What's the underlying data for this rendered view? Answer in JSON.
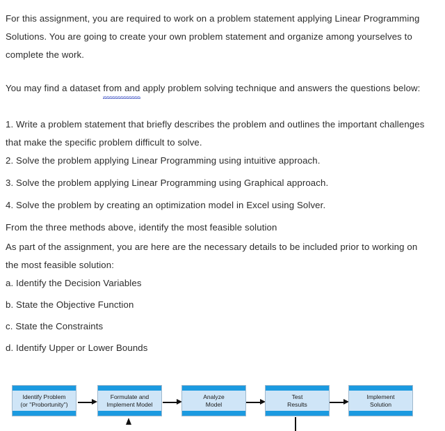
{
  "document": {
    "paragraphs": {
      "intro": "For this assignment, you are required to work on a problem statement applying Linear Programming Solutions. You are going to create your own problem statement and organize among yourselves to complete the work.",
      "find_dataset_part1": "You may find a dataset ",
      "find_dataset_misspelled": "from  and",
      "find_dataset_part2": " apply problem solving technique and answers the questions below:",
      "q1": "1. Write a problem statement that briefly describes the problem and outlines the important challenges that make the specific problem difficult to solve.",
      "q2": "2. Solve the problem applying Linear Programming using intuitive approach.",
      "q3": "3. Solve the problem applying Linear Programming using Graphical approach.",
      "q4": "4. Solve the problem by creating an optimization model in Excel using Solver.",
      "from_three_methods": "From the three methods above, identify the most feasible solution",
      "as_part_of": "As part of the assignment, you are here are the necessary details to be included prior to working on the most feasible solution:",
      "item_a": "a. Identify the Decision Variables",
      "item_b": "b. State the Objective Function",
      "item_c": "c. State the Constraints",
      "item_d": "d. Identify Upper or Lower Bounds"
    }
  },
  "flow_diagram": {
    "name": "problem-solving-process-flow",
    "colors": {
      "band": "#1b9ae0",
      "body": "#cfe5f7",
      "border": "#9fb8cd",
      "arrow": "#111111"
    },
    "boxes": [
      {
        "id": "identify-problem",
        "label": "Identify Problem\n(or \"Probortunity\")"
      },
      {
        "id": "formulate-model",
        "label": "Formulate and\nImplement Model"
      },
      {
        "id": "analyze-model",
        "label": "Analyze\nModel"
      },
      {
        "id": "test-results",
        "label": "Test\nResults"
      },
      {
        "id": "implement-solution",
        "label": "Implement\nSolution"
      }
    ],
    "connectors": [
      {
        "id": "arrow-1-2",
        "type": "arrow-right"
      },
      {
        "id": "arrow-2-3",
        "type": "arrow-right"
      },
      {
        "id": "arrow-3-4",
        "type": "arrow-right"
      },
      {
        "id": "arrow-4-5",
        "type": "arrow-right"
      },
      {
        "id": "feedback-into-formulate",
        "type": "arrow-up"
      },
      {
        "id": "feedback-from-test",
        "type": "line-down"
      }
    ]
  }
}
